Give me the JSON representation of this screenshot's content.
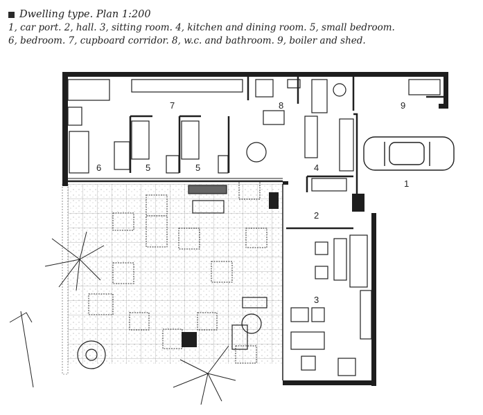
{
  "caption": {
    "heading": "Dwelling type. Plan 1:200",
    "legend_line1": "1, car port. 2, hall. 3, sitting room. 4, kitchen and dining room. 5, small bedroom.",
    "legend_line2": "6, bedroom. 7, cupboard corridor. 8, w.c. and bathroom. 9, boiler and shed."
  },
  "rooms": [
    {
      "number": "1"
    },
    {
      "number": "2"
    },
    {
      "number": "3"
    },
    {
      "number": "4"
    },
    {
      "number": "5"
    },
    {
      "number": "5"
    },
    {
      "number": "6"
    },
    {
      "number": "7"
    },
    {
      "number": "8"
    },
    {
      "number": "9"
    }
  ],
  "colors": {
    "ink": "#1e1e1e",
    "paper": "#ffffff",
    "mid": "#888888"
  }
}
